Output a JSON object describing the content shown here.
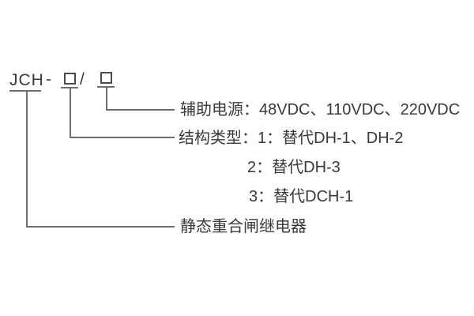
{
  "diagram": {
    "title_meaning": "JCH relay model designation diagram",
    "model": {
      "prefix": "JCH",
      "dash": "-",
      "slash": "/",
      "placeholder_box_1": "structure-type digit",
      "placeholder_box_2": "auxiliary-power digit"
    },
    "callouts": {
      "aux_power": "辅助电源：48VDC、110VDC、220VDC",
      "structure_type_line1": "结构类型：1：替代DH-1、DH-2",
      "structure_type_line2": "2：替代DH-3",
      "structure_type_line3": "3：替代DCH-1",
      "product_name": "静态重合闸继电器"
    }
  },
  "colors": {
    "background": "#ffffff",
    "text": "#3a3a3a",
    "line": "#6e6e6e",
    "box_border": "#4a4a4a"
  }
}
